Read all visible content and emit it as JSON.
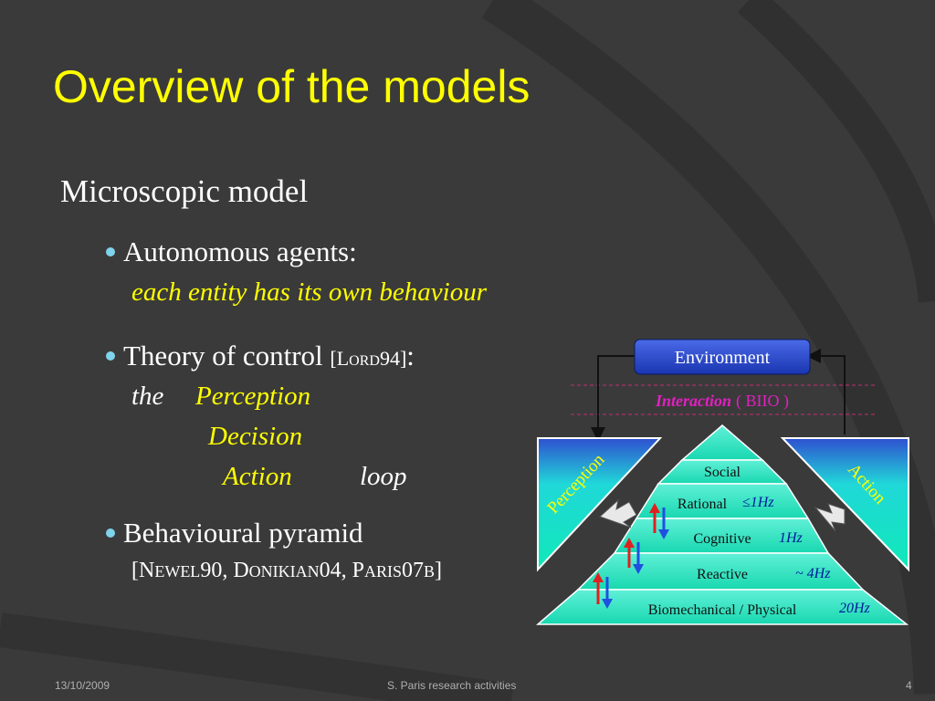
{
  "slide": {
    "title": "Overview of the models",
    "subtitle": "Microscopic model"
  },
  "bullets": {
    "b1": {
      "main": "Autonomous agents:",
      "detail": "each entity has its own behaviour"
    },
    "b2": {
      "main": "Theory of control ",
      "ref_open": "[L",
      "ref_sc": "ORD",
      "ref_close": "94]",
      "colon": ":",
      "the": "the",
      "perception": "Perception",
      "decision": "Decision",
      "action": "Action",
      "loop": "loop"
    },
    "b3": {
      "main": "Behavioural pyramid",
      "r1_a": "[N",
      "r1_sc": "EWEL",
      "r1_b": "90, D",
      "r2_sc": "ONIKIAN",
      "r2_b": "04, P",
      "r3_sc": "ARIS",
      "r3_b": "07",
      "r3_sc2": "B",
      "r3_c": "]"
    }
  },
  "diagram": {
    "environment": "Environment",
    "interaction": "Interaction",
    "interaction_suffix": "( BIIO )",
    "perception": "Perception",
    "action": "Action",
    "layers": [
      {
        "label": "Social",
        "freq": ""
      },
      {
        "label": "Rational",
        "freq": "≤1Hz"
      },
      {
        "label": "Cognitive",
        "freq": "1Hz"
      },
      {
        "label": "Reactive",
        "freq": "~ 4Hz"
      },
      {
        "label": "Biomechanical / Physical",
        "freq": "20Hz"
      }
    ],
    "colors": {
      "environment_box": "#1f3fbf",
      "pyramid": "#22e0c0",
      "interaction_text": "#e020c0",
      "freq_text": "#001a99",
      "arrow_up": "#e02020",
      "arrow_down": "#2050e0"
    }
  },
  "footer": {
    "date": "13/10/2009",
    "center": "S. Paris research activities",
    "page": "4"
  }
}
